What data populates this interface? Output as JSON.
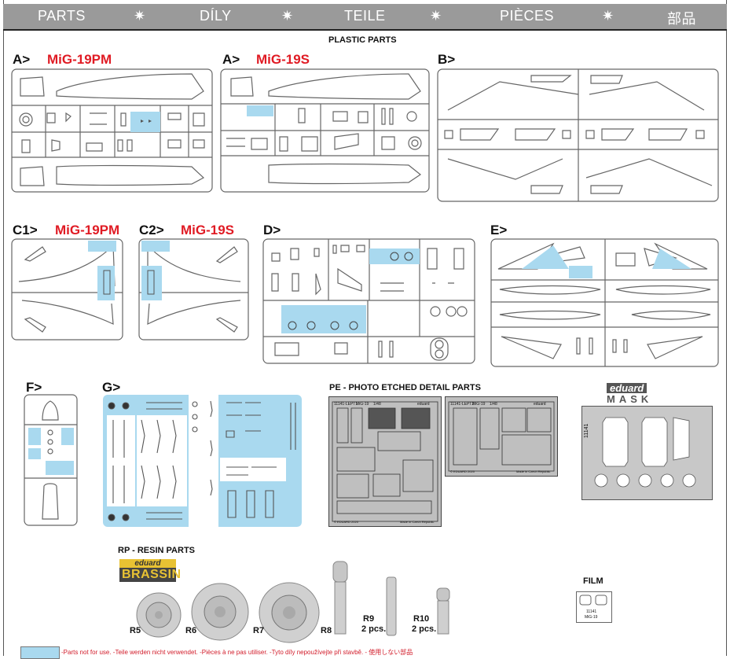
{
  "header": {
    "items": [
      "PARTS",
      "DÍLY",
      "TEILE",
      "PIÈCES",
      "部品"
    ],
    "separator": "✷"
  },
  "colors": {
    "header_bg": "#9a9a9a",
    "highlight": "#a9d9ef",
    "red": "#e01b24",
    "sprue_line": "#666666"
  },
  "plastic_title": "PLASTIC PARTS",
  "sprues": {
    "a1": {
      "letter": "A>",
      "name": "MiG-19PM"
    },
    "a2": {
      "letter": "A>",
      "name": "MiG-19S"
    },
    "b": {
      "letter": "B>"
    },
    "c1": {
      "letter": "C1>",
      "name": "MiG-19PM"
    },
    "c2": {
      "letter": "C2>",
      "name": "MiG-19S"
    },
    "d": {
      "letter": "D>"
    },
    "e": {
      "letter": "E>"
    },
    "f": {
      "letter": "F>"
    },
    "g": {
      "letter": "G>"
    }
  },
  "pe": {
    "title": "PE - PHOTO ETCHED DETAIL PARTS",
    "fret1_code": "11141-LEPT1",
    "fret1_model": "MiG-19",
    "fret1_scale": "1/48",
    "fret1_brand": "eduard",
    "fret2_code": "11141-LEPT2",
    "fret2_model": "MiG-19",
    "fret2_scale": "1/48",
    "fret2_brand": "eduard",
    "copyright": "© EDUARD 2020",
    "made_in": "Made in Czech Republic"
  },
  "mask": {
    "brand": "eduard",
    "word": "MASK",
    "code": "11141"
  },
  "resin": {
    "title": "RP - RESIN PARTS",
    "brand_top": "eduard",
    "brand_bottom": "BRASSIN",
    "parts": [
      {
        "id": "R5"
      },
      {
        "id": "R6"
      },
      {
        "id": "R7"
      },
      {
        "id": "R8"
      },
      {
        "id": "R9",
        "qty": "2 pcs."
      },
      {
        "id": "R10",
        "qty": "2 pcs."
      }
    ]
  },
  "film": {
    "title": "FILM",
    "code": "11141",
    "model": "MiG-19"
  },
  "legend": {
    "text": "-Parts not for use. -Teile werden nicht verwendet. -Pièces à ne pas utiliser. -Tyto díly nepoužívejte při stavbě. -  使用しない部品"
  }
}
